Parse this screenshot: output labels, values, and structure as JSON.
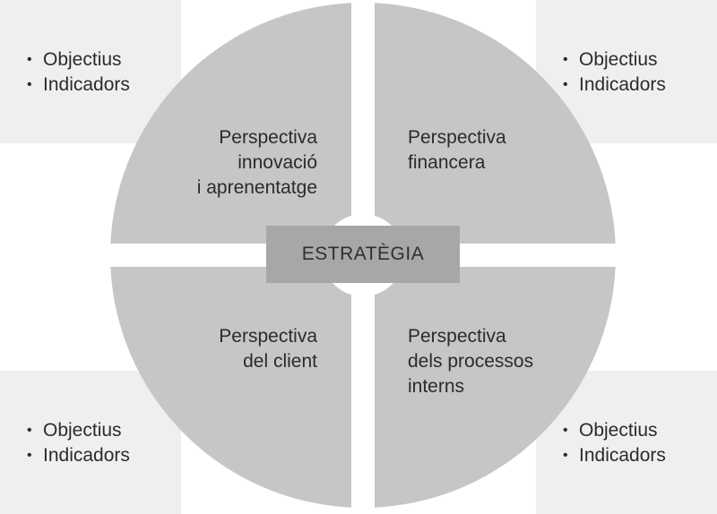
{
  "corners": {
    "top_left": [
      "Objectius",
      "Indicadors"
    ],
    "top_right": [
      "Objectius",
      "Indicadors"
    ],
    "bottom_left": [
      "Objectius",
      "Indicadors"
    ],
    "bottom_right": [
      "Objectius",
      "Indicadors"
    ]
  },
  "quadrants": {
    "top_left": [
      "Perspectiva",
      "innovació",
      "i aprenentatge"
    ],
    "top_right": [
      "Perspectiva",
      "financera"
    ],
    "bottom_left": [
      "Perspectiva",
      "del client"
    ],
    "bottom_right": [
      "Perspectiva",
      "dels processos",
      "interns"
    ]
  },
  "center_label": "ESTRATÈGIA",
  "colors": {
    "circle": "#c6c6c6",
    "corner_box": "#efefef",
    "center_box": "#a7a7a7"
  }
}
